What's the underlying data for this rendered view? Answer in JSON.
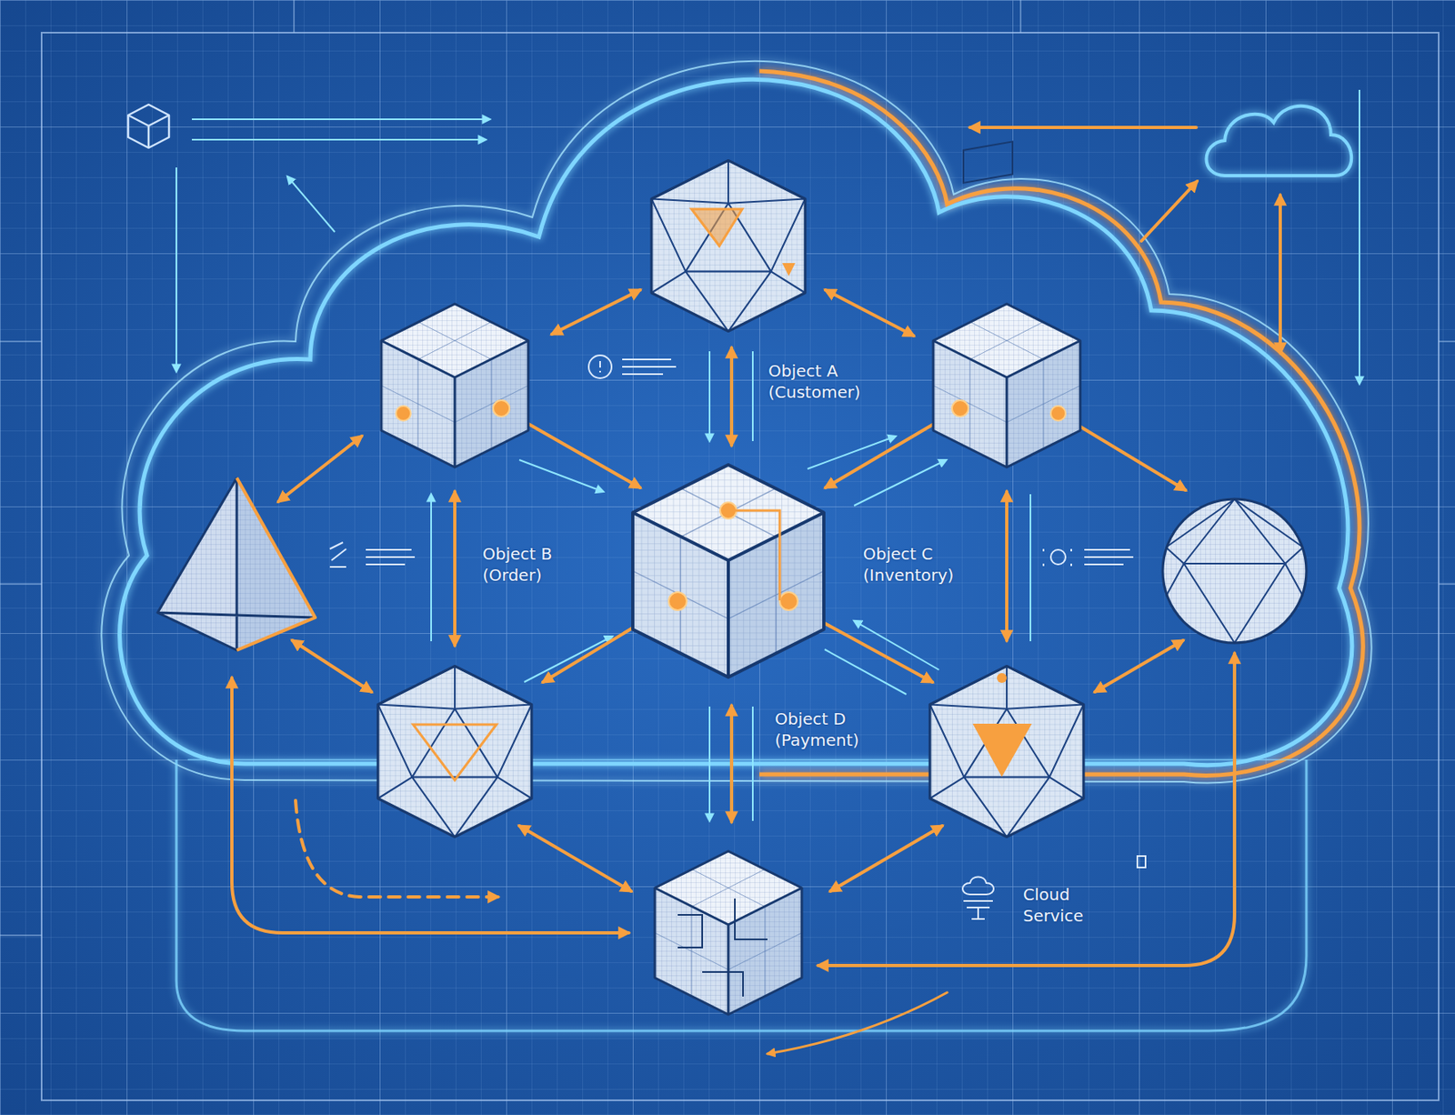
{
  "diagram": {
    "labels": [
      "Object A (Customer)",
      "Object B (Order)",
      "Object C (Inventory)",
      "Object D (Payment)",
      "Cloud Service"
    ]
  }
}
